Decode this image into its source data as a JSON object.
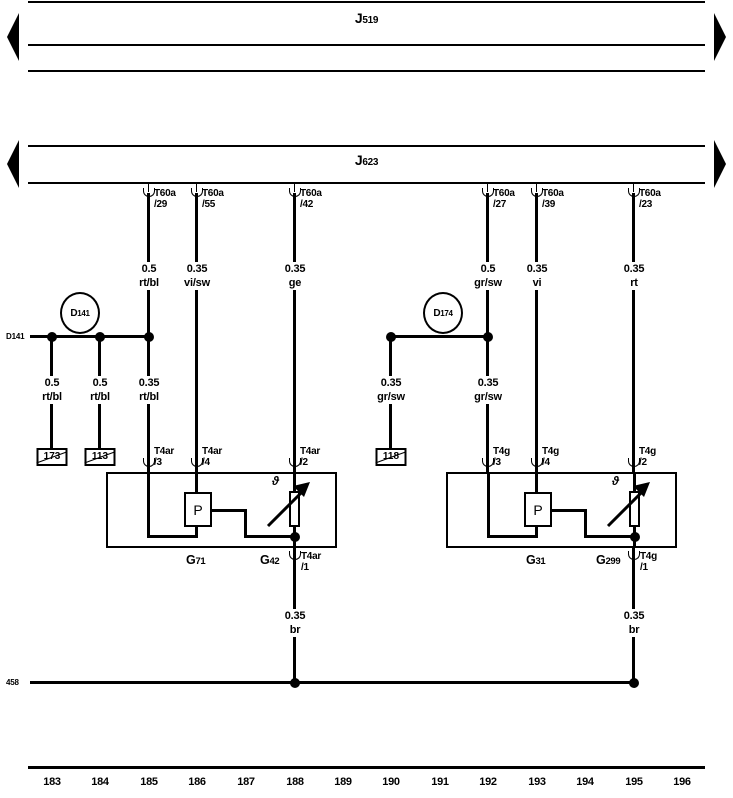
{
  "buses": [
    {
      "letter": "J",
      "number": "519"
    },
    {
      "letter": "J",
      "number": "623"
    }
  ],
  "top_connectors": [
    {
      "name": "T60a",
      "pin": "/29"
    },
    {
      "name": "T60a",
      "pin": "/55"
    },
    {
      "name": "T60a",
      "pin": "/42"
    },
    {
      "name": "T60a",
      "pin": "/27"
    },
    {
      "name": "T60a",
      "pin": "/39"
    },
    {
      "name": "T60a",
      "pin": "/23"
    }
  ],
  "top_wire_labels": [
    {
      "size": "0.5",
      "color": "rt/bl"
    },
    {
      "size": "0.35",
      "color": "vi/sw"
    },
    {
      "size": "0.35",
      "color": "ge"
    },
    {
      "size": "0.5",
      "color": "gr/sw"
    },
    {
      "size": "0.35",
      "color": "vi"
    },
    {
      "size": "0.35",
      "color": "rt"
    }
  ],
  "splices": [
    {
      "letter": "D",
      "number": "141",
      "margin_label": "D141"
    },
    {
      "letter": "D",
      "number": "174"
    }
  ],
  "mid_wire_labels": [
    {
      "size": "0.5",
      "color": "rt/bl"
    },
    {
      "size": "0.5",
      "color": "rt/bl"
    },
    {
      "size": "0.35",
      "color": "rt/bl"
    },
    {
      "size": "0.35",
      "color": "gr/sw"
    },
    {
      "size": "0.35",
      "color": "gr/sw"
    }
  ],
  "ground_points": [
    {
      "number": "173"
    },
    {
      "number": "113"
    },
    {
      "number": "118"
    }
  ],
  "sensor_connectors_left": [
    {
      "name": "T4ar",
      "pin": "/3"
    },
    {
      "name": "T4ar",
      "pin": "/4"
    },
    {
      "name": "T4ar",
      "pin": "/2"
    },
    {
      "name": "T4ar",
      "pin": "/1"
    }
  ],
  "sensor_connectors_right": [
    {
      "name": "T4g",
      "pin": "/3"
    },
    {
      "name": "T4g",
      "pin": "/4"
    },
    {
      "name": "T4g",
      "pin": "/2"
    },
    {
      "name": "T4g",
      "pin": "/1"
    }
  ],
  "sensors": [
    {
      "pressure": "P",
      "theta": "ϑ",
      "labels": [
        {
          "letter": "G",
          "number": "71"
        },
        {
          "letter": "G",
          "number": "42"
        }
      ]
    },
    {
      "pressure": "P",
      "theta": "ϑ",
      "labels": [
        {
          "letter": "G",
          "number": "31"
        },
        {
          "letter": "G",
          "number": "299"
        }
      ]
    }
  ],
  "bottom_wire_labels": [
    {
      "size": "0.35",
      "color": "br"
    },
    {
      "size": "0.35",
      "color": "br"
    }
  ],
  "ground_rail": {
    "label": "458"
  },
  "track_numbers": [
    "183",
    "184",
    "185",
    "186",
    "187",
    "188",
    "189",
    "190",
    "191",
    "192",
    "193",
    "194",
    "195",
    "196"
  ]
}
